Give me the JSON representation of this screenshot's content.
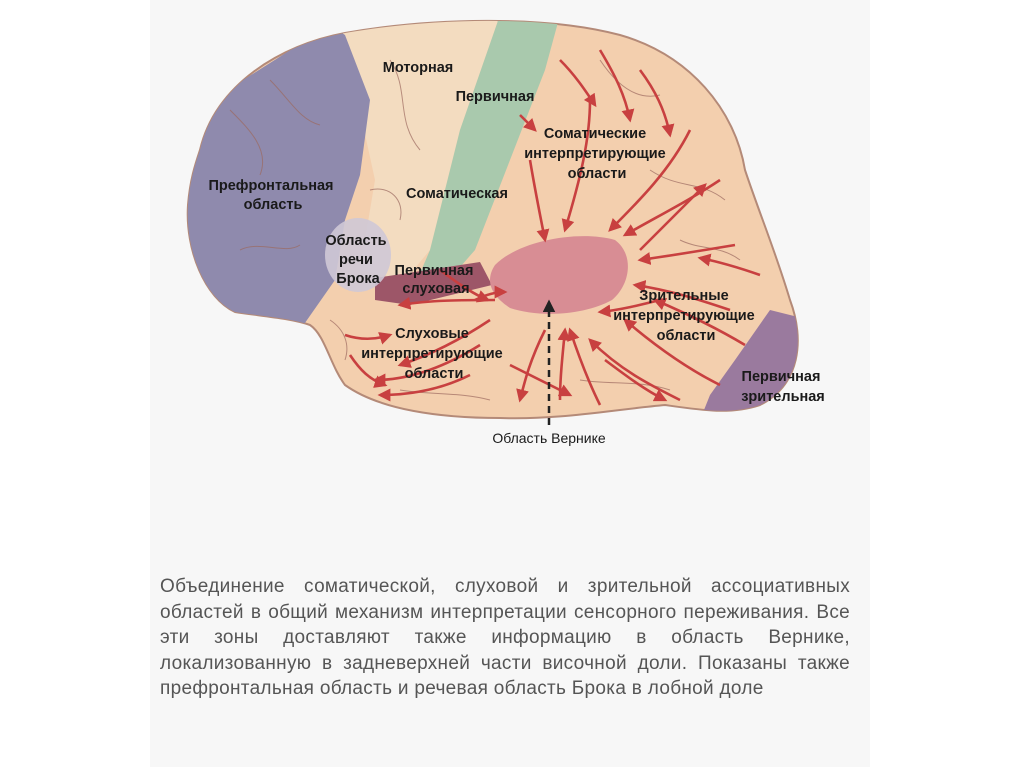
{
  "labels": {
    "motor": "Моторная",
    "primary": "Первичная",
    "somatic_interp": [
      "Соматические",
      "интерпретирующие",
      "области"
    ],
    "prefrontal": [
      "Префронтальная",
      "область"
    ],
    "somatic": "Соматическая",
    "broca": [
      "Область",
      "речи",
      "Брока"
    ],
    "primary_auditory": [
      "Первичная",
      "слуховая"
    ],
    "auditory_interp": [
      "Слуховые",
      "интерпретирующие",
      "области"
    ],
    "visual_interp": [
      "Зрительные",
      "интерпретирующие",
      "области"
    ],
    "primary_visual": [
      "Первичная",
      "зрительная"
    ],
    "wernicke": "Область Вернике"
  },
  "caption": "Объединение соматической, слуховой и зрительной ассоциативных областей в общий механизм интерпретации сенсорного переживания. Все эти зоны доставляют также информацию в область Вернике, локализованную в задневерхней части височной доли. Показаны также префронтальная область и речевая область Брока в лобной доле",
  "colors": {
    "brain_base": "#f3cfae",
    "prefrontal": "#8f8aad",
    "motor": "#f3dcc0",
    "somatic_strip": "#a9c9ad",
    "wernicke": "#d88d94",
    "auditory": "#9d5668",
    "visual": "#9a7a9e",
    "arrows": "#c84040"
  }
}
